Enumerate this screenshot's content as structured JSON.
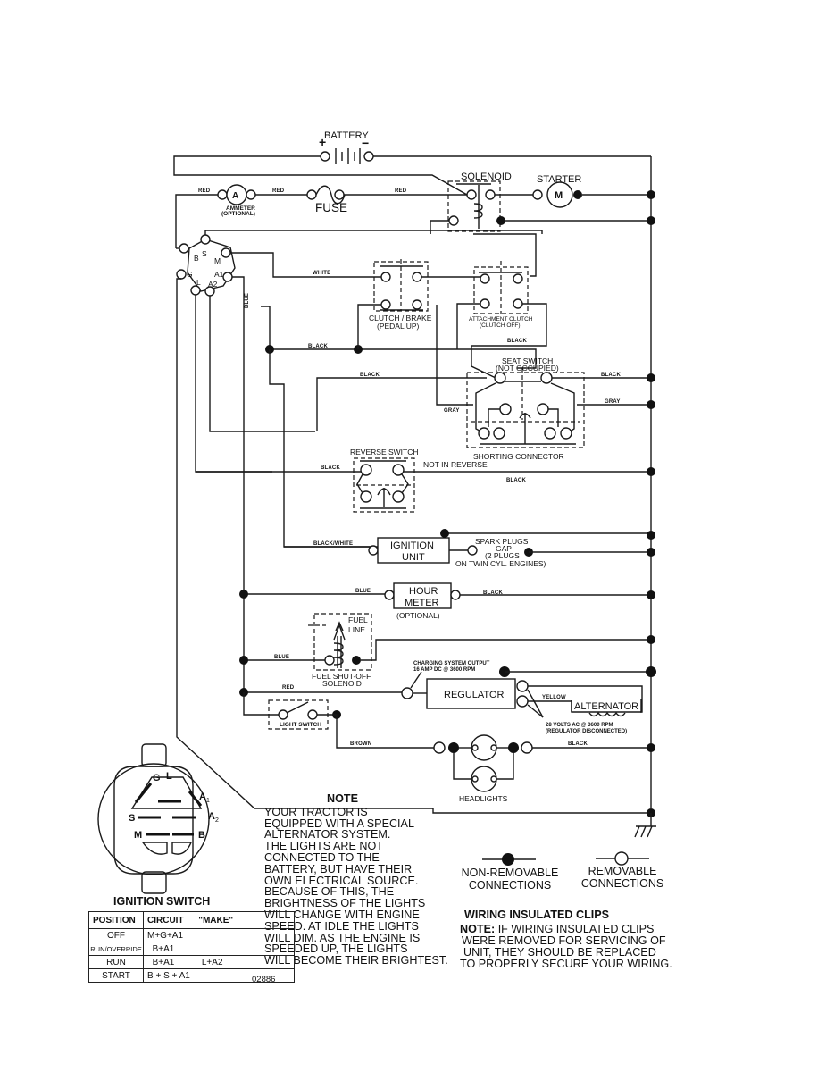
{
  "diagram": {
    "components": {
      "battery": "BATTERY",
      "battery_pos": "+",
      "battery_neg": "−",
      "ammeter_symbol": "A",
      "ammeter_label": "AMMETER",
      "ammeter_sub": "(OPTIONAL)",
      "fuse": "FUSE",
      "solenoid": "SOLENOID",
      "starter": "STARTER",
      "starter_symbol": "M",
      "clutch_brake": "CLUTCH / BRAKE",
      "clutch_brake_sub": "(PEDAL UP)",
      "attachment_clutch": "ATTACHMENT CLUTCH",
      "attachment_clutch_sub": "(CLUTCH OFF)",
      "seat_switch": "SEAT SWITCH",
      "seat_switch_sub": "(NOT OCCUPIED)",
      "shorting_connector": "SHORTING CONNECTOR",
      "reverse_switch": "REVERSE SWITCH",
      "not_in_reverse": "NOT IN REVERSE",
      "ignition_unit_1": "IGNITION",
      "ignition_unit_2": "UNIT",
      "spark_plugs_1": "SPARK PLUGS",
      "spark_plugs_2": "GAP",
      "spark_plugs_3": "(2 PLUGS",
      "spark_plugs_4": "ON TWIN CYL. ENGINES)",
      "hour_meter_1": "HOUR",
      "hour_meter_2": "METER",
      "hour_meter_sub": "(OPTIONAL)",
      "fuel_line_1": "FUEL",
      "fuel_line_2": "LINE",
      "fuel_solenoid_1": "FUEL SHUT-OFF",
      "fuel_solenoid_2": "SOLENOID",
      "charging_1": "CHARGING SYSTEM OUTPUT",
      "charging_2": "16 AMP DC @ 3600 RPM",
      "regulator": "REGULATOR",
      "alternator": "ALTERNATOR",
      "alt_volts_1": "28 VOLTS AC @ 3600 RPM",
      "alt_volts_2": "(REGULATOR DISCONNECTED)",
      "light_switch": "LIGHT SWITCH",
      "headlights": "HEADLIGHTS"
    },
    "switch_terminals": {
      "B": "B",
      "S": "S",
      "M": "M",
      "G": "G",
      "L": "L",
      "A1": "A1",
      "A2": "A2"
    },
    "wire_colors": {
      "red": "RED",
      "white": "WHITE",
      "blue": "BLUE",
      "black": "BLACK",
      "gray": "GRAY",
      "black_white": "BLACK/WHITE",
      "yellow": "YELLOW",
      "brown": "BROWN"
    }
  },
  "ignition_switch": {
    "title": "IGNITION SWITCH",
    "face_labels": {
      "G": "G",
      "L": "L",
      "A1": "A",
      "A1_sub": "1",
      "A2": "A",
      "A2_sub": "2",
      "S": "S",
      "M": "M",
      "B": "B"
    },
    "table": {
      "headers": [
        "POSITION",
        "CIRCUIT",
        "\"MAKE\""
      ],
      "rows": [
        {
          "position": "OFF",
          "circuit": "M+G+A1",
          "extra": ""
        },
        {
          "position": "RUN/OVERRIDE",
          "circuit": "B+A1",
          "extra": ""
        },
        {
          "position": "RUN",
          "circuit": "B+A1",
          "extra": "L+A2"
        },
        {
          "position": "START",
          "circuit": "B + S + A1",
          "extra": ""
        }
      ]
    },
    "code": "02886"
  },
  "note": {
    "title": "NOTE",
    "lines": [
      "YOUR TRACTOR IS",
      "EQUIPPED WITH A SPECIAL",
      "ALTERNATOR SYSTEM.",
      "THE LIGHTS ARE NOT",
      "CONNECTED TO THE",
      "BATTERY, BUT HAVE THEIR",
      "OWN ELECTRICAL SOURCE.",
      "BECAUSE OF THIS, THE",
      "BRIGHTNESS OF THE LIGHTS",
      "WILL CHANGE WITH ENGINE",
      "SPEED.  AT IDLE THE LIGHTS",
      "WILL DIM.  AS THE ENGINE IS",
      "SPEEDED UP, THE LIGHTS",
      "WILL BECOME THEIR BRIGHTEST."
    ]
  },
  "legend": {
    "non_removable_1": "NON-REMOVABLE",
    "non_removable_2": "CONNECTIONS",
    "removable_1": "REMOVABLE",
    "removable_2": "CONNECTIONS"
  },
  "clips": {
    "title": "WIRING INSULATED CLIPS",
    "note_label": "NOTE:",
    "line1": "IF WIRING INSULATED CLIPS",
    "line2": "WERE REMOVED FOR SERVICING OF",
    "line3": "UNIT, THEY SHOULD BE REPLACED",
    "line4": "TO PROPERLY SECURE YOUR WIRING."
  }
}
